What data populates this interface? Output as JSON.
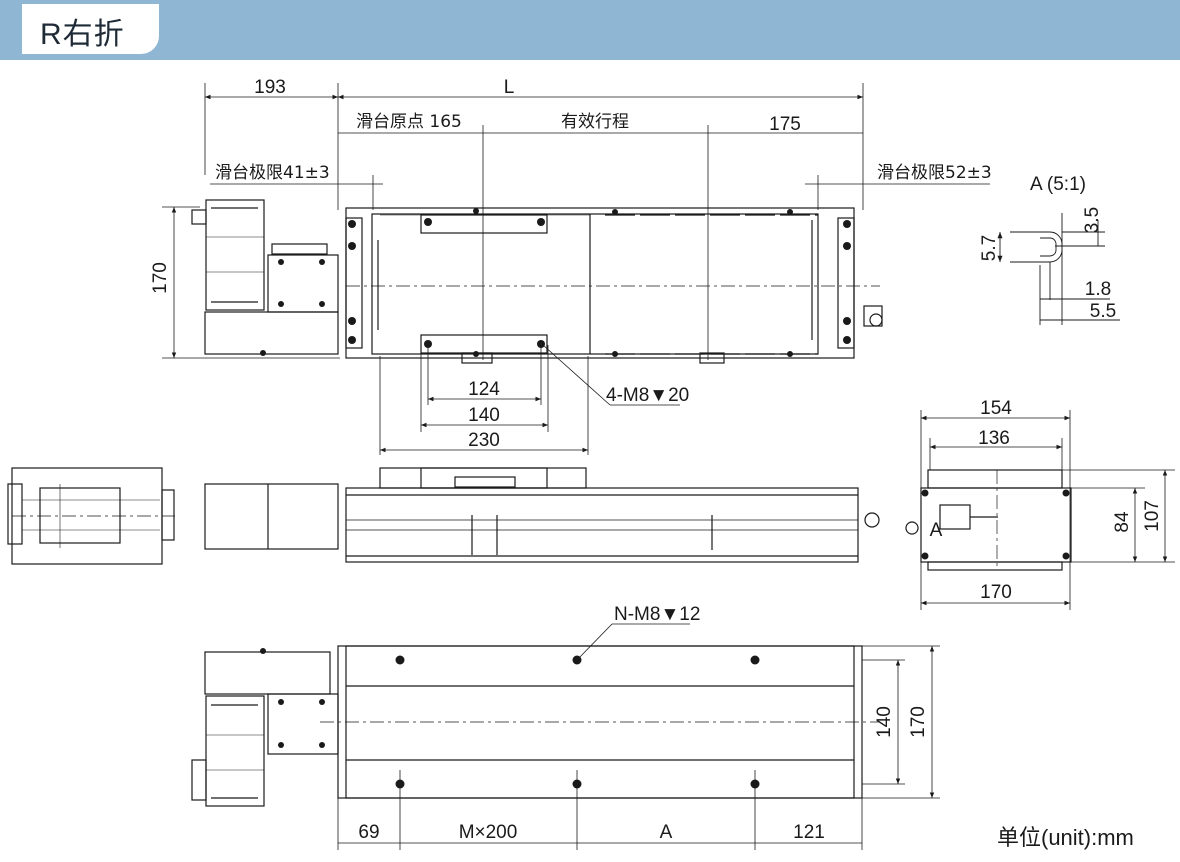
{
  "header": {
    "title": "R右折"
  },
  "unit_label": "单位(unit):mm",
  "top_view": {
    "dim_193": "193",
    "dim_L": "L",
    "origin_label": "滑台原点 165",
    "stroke_label": "有效行程",
    "dim_175": "175",
    "limit_left": "滑台极限41±3",
    "limit_right": "滑台极限52±3",
    "dim_170": "170",
    "dim_124": "124",
    "dim_140": "140",
    "dim_230": "230",
    "hole_callout": "4-M8▼20"
  },
  "detail_view": {
    "title": "A (5:1)",
    "dim_3_5": "3.5",
    "dim_5_7": "5.7",
    "dim_1_8": "1.8",
    "dim_5_5": "5.5"
  },
  "end_view": {
    "dim_154": "154",
    "dim_136": "136",
    "dim_84": "84",
    "dim_107": "107",
    "dim_170": "170",
    "marker_a": "A"
  },
  "bottom_view": {
    "hole_callout": "N-M8▼12",
    "dim_140": "140",
    "dim_170": "170",
    "dim_69": "69",
    "dim_m200": "M×200",
    "dim_a": "A",
    "dim_121": "121"
  },
  "colors": {
    "header": "#8fb6d3",
    "line": "#1a1a1a"
  }
}
